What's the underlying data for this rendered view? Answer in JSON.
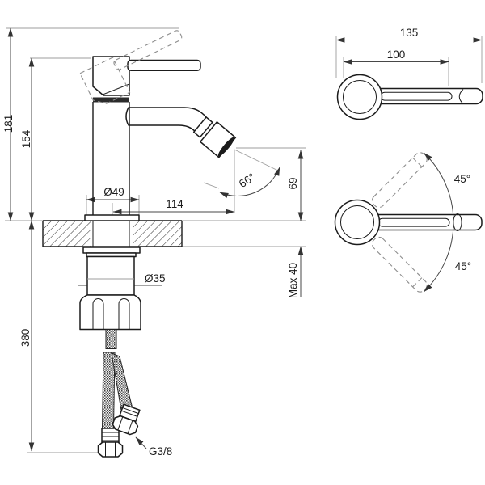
{
  "front_view": {
    "overall_height": "181",
    "body_height": "154",
    "under_counter_length": "380",
    "outlet_height": "69",
    "deck_thickness": "Max 40",
    "base_diameter": "Ø49",
    "outlet_reach": "114",
    "shank_diameter": "Ø35",
    "hose_thread": "G3/8",
    "stream_angle": "66°"
  },
  "handle_top_view": {
    "overall_length": "135",
    "lever_length": "100"
  },
  "handle_swivel_view": {
    "swing_up": "45°",
    "swing_down": "45°"
  }
}
